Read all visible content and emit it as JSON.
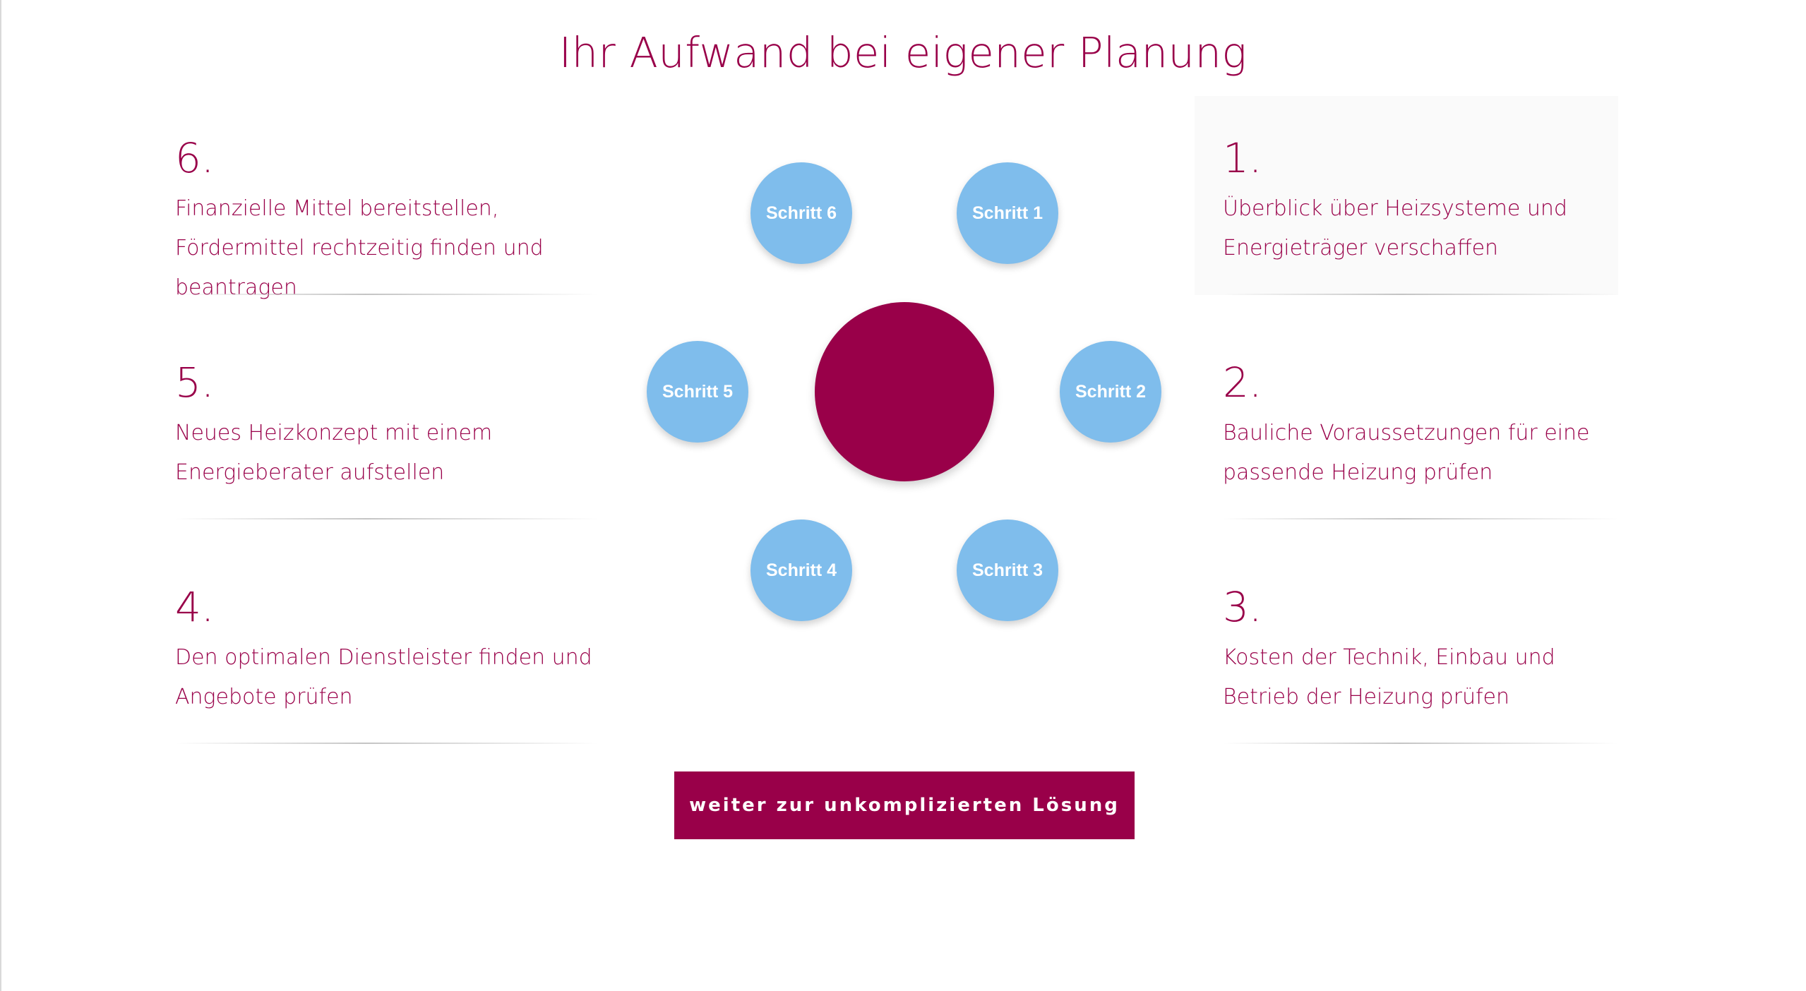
{
  "title": "Ihr Aufwand bei eigener Planung",
  "colors": {
    "brand": "#990049",
    "bubble": "#7fbdec",
    "text_on_dark": "#ffffff"
  },
  "steps": [
    {
      "number": "1.",
      "text": "Überblick über Heizsysteme und Energieträger verschaffen"
    },
    {
      "number": "2.",
      "text": "Bauliche Voraussetzungen für eine passende Heizung prüfen"
    },
    {
      "number": "3.",
      "text": "Kosten der Technik, Einbau und Betrieb der Heizung prüfen"
    },
    {
      "number": "4.",
      "text": "Den optimalen Dienstleister finden und Angebote prüfen"
    },
    {
      "number": "5.",
      "text": "Neues Heizkonzept mit einem Energieberater aufstellen"
    },
    {
      "number": "6.",
      "text": "Finanzielle Mittel bereitstellen, Fördermittel rechtzeitig finden und beantragen"
    }
  ],
  "bubbles": [
    "Schritt 1",
    "Schritt 2",
    "Schritt 3",
    "Schritt 4",
    "Schritt 5",
    "Schritt 6"
  ],
  "cta": {
    "label": "weiter zur unkomplizierten Lösung"
  }
}
